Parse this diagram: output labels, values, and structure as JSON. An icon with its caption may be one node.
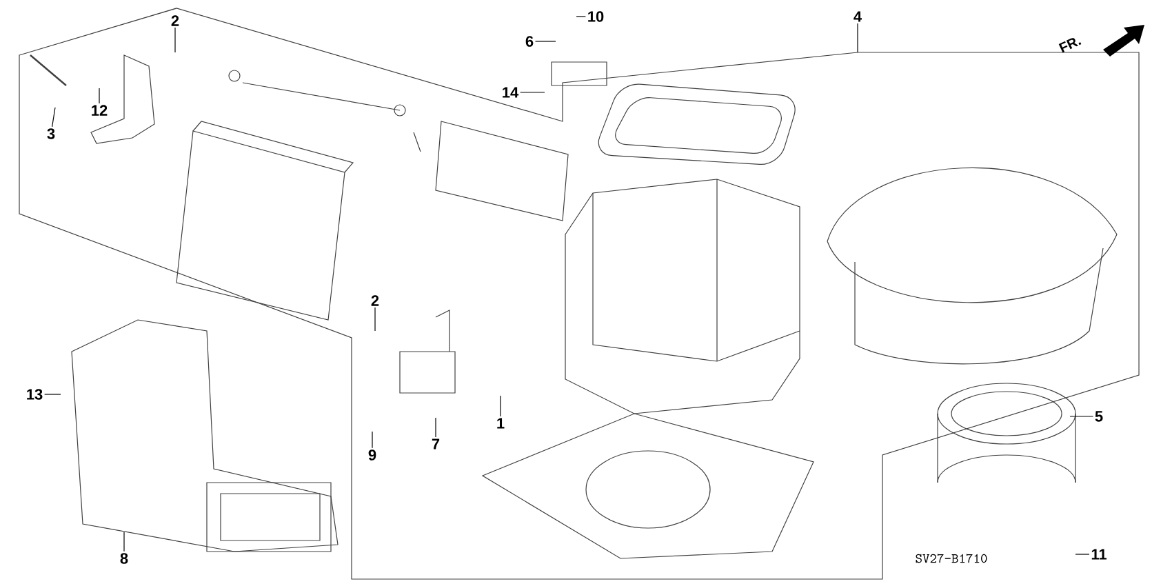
{
  "diagram": {
    "nodes": [
      {
        "text": [
          "2"
        ]
      },
      {
        "text": [
          "10"
        ]
      },
      {
        "text": [
          "4"
        ]
      },
      {
        "text": [
          "6"
        ]
      },
      {
        "text": [
          "14"
        ]
      },
      {
        "text": [
          "12"
        ]
      },
      {
        "text": [
          "3"
        ]
      },
      {
        "text": [
          "2"
        ]
      },
      {
        "text": [
          "13"
        ]
      },
      {
        "text": [
          "1"
        ]
      },
      {
        "text": [
          "9"
        ]
      },
      {
        "text": [
          "7"
        ]
      },
      {
        "text": [
          "5"
        ]
      },
      {
        "text": [
          "8"
        ]
      },
      {
        "text": [
          "11"
        ]
      }
    ],
    "edges": [
      {
        "from": 0,
        "to": null,
        "arrow": "none"
      },
      {
        "from": 1,
        "to": null,
        "arrow": "none"
      },
      {
        "from": 2,
        "to": null,
        "arrow": "none"
      },
      {
        "from": 3,
        "to": null,
        "arrow": "none"
      },
      {
        "from": 4,
        "to": null,
        "arrow": "none"
      },
      {
        "from": 5,
        "to": null,
        "arrow": "none"
      },
      {
        "from": 6,
        "to": null,
        "arrow": "none"
      },
      {
        "from": 7,
        "to": null,
        "arrow": "none"
      },
      {
        "from": 8,
        "to": null,
        "arrow": "none"
      },
      {
        "from": 9,
        "to": null,
        "arrow": "none"
      },
      {
        "from": 10,
        "to": null,
        "arrow": "none"
      },
      {
        "from": 11,
        "to": null,
        "arrow": "none"
      },
      {
        "from": 12,
        "to": null,
        "arrow": "none"
      },
      {
        "from": 13,
        "to": null,
        "arrow": "none"
      },
      {
        "from": 14,
        "to": null,
        "arrow": "none"
      }
    ],
    "labels": [
      "FR.",
      "SV27-B1710"
    ]
  }
}
